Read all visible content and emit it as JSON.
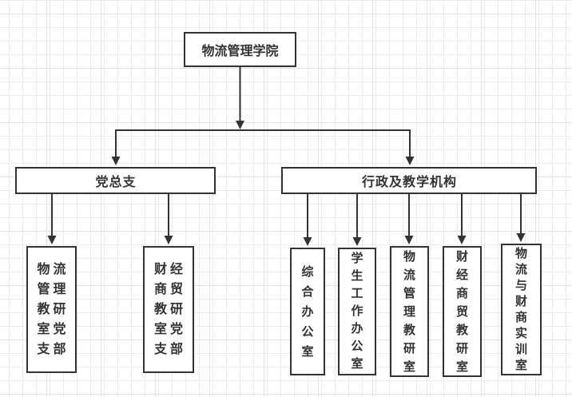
{
  "diagram": {
    "root": {
      "label": "物流管理学院"
    },
    "branches": [
      {
        "label": "党总支",
        "children": [
          {
            "label": "物流管理教研室党支部"
          },
          {
            "label": "财经商贸教研室党支部"
          }
        ]
      },
      {
        "label": "行政及教学机构",
        "children": [
          {
            "label": "综合办公室"
          },
          {
            "label": "学生工作办公室"
          },
          {
            "label": "物流管理教研室"
          },
          {
            "label": "财经商贸教研室"
          },
          {
            "label": "物流与财商实训室"
          }
        ]
      }
    ]
  },
  "colors": {
    "line": "#333333",
    "box_border": "#333333",
    "box_bg": "#ffffff",
    "text": "#333333",
    "grid_minor": "#ececec",
    "grid_major": "#e2e2e2",
    "canvas_bg": "#ffffff"
  }
}
